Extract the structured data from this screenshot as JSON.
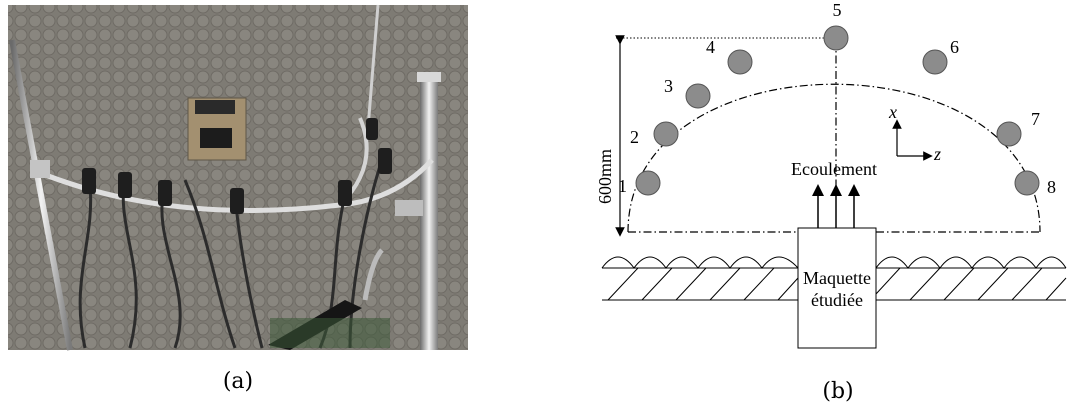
{
  "panel_a": {
    "caption": "(a)"
  },
  "panel_b": {
    "caption": "(b)",
    "microphone_numbers": [
      "1",
      "2",
      "3",
      "4",
      "5",
      "6",
      "7",
      "8"
    ],
    "height_label": "600mm",
    "flow_label": "Ecoulement",
    "axis_x_label": "x",
    "axis_z_label": "z",
    "model_label_line1": "Maquette",
    "model_label_line2": "étudiée"
  }
}
